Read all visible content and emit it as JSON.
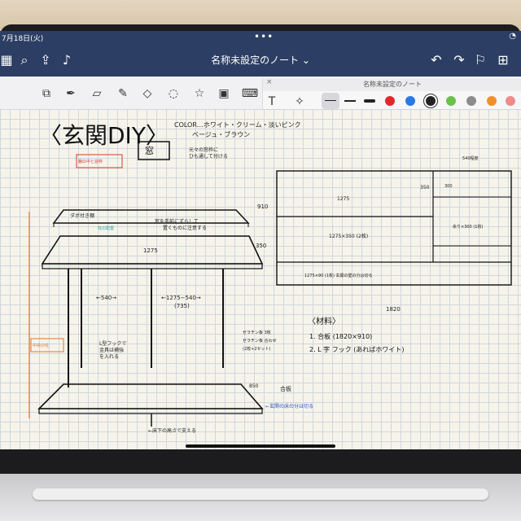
{
  "status": {
    "date": "7月18日(火)",
    "dots": "•••"
  },
  "titlebar": {
    "title": "名称未設定のノート ⌄"
  },
  "panel": {
    "title": "名称未設定のノート",
    "close": "×"
  },
  "colors": {
    "bar": "#2c3e63",
    "swatches": [
      "#222222",
      "#e0282c",
      "#2a78e4",
      "#222222",
      "#6bc14a",
      "#8c8c8c",
      "#ef8f2a",
      "#f08a8a"
    ]
  },
  "note": {
    "heading": "〈玄関DIY〉",
    "color_line1": "COLOR…ホワイト・クリーム・淡いピンク",
    "color_line2": "ベージュ・ブラウン",
    "window": "窓",
    "window_note1": "元々の窓枠に",
    "window_note2": "ひも通して付ける",
    "window_note3": "付ける",
    "shelf_label": "ダボ付き棚",
    "shelf_note1": "窓を手前にずらして",
    "shelf_note2": "置くものに注意する",
    "red_note": "棚の中と窓枠",
    "dim_1275": "1275",
    "dim_350": "350",
    "dim_540": "←540→",
    "dim_1275_540": "←1275−540→",
    "dim_735": "(735)",
    "l_brace": "L型フックで",
    "l_brace2": "金具は補強",
    "l_brace3": "を入れる",
    "mid_note1": "ゼラチン板 3枚",
    "mid_note2": "ゼラチン板 合わせ",
    "mid_note3": "(2枚+2セット)",
    "dim_850": "850",
    "goban": "合板",
    "blue_note": "←玄関の床の分は切る",
    "bottom_note": "←床下の高さで支える",
    "orange_note": "中央の柱",
    "green_note": "柱の配置"
  },
  "board": {
    "dim_910": "910",
    "dim_1275": "1275",
    "dim_350": "350",
    "dim_300": "300",
    "top_dim": "540程度",
    "cut1": "1275×350 (2枚)",
    "cut2": "1275×90 (1枚) 玄関の壁の分は切る",
    "cut3": "余り×300 (1枚)",
    "dim_1820": "1820"
  },
  "materials": {
    "title": "〈材料〉",
    "item1": "1. 合板 (1820×910)",
    "item2": "2. L 字 フック (あればホワイト)"
  }
}
